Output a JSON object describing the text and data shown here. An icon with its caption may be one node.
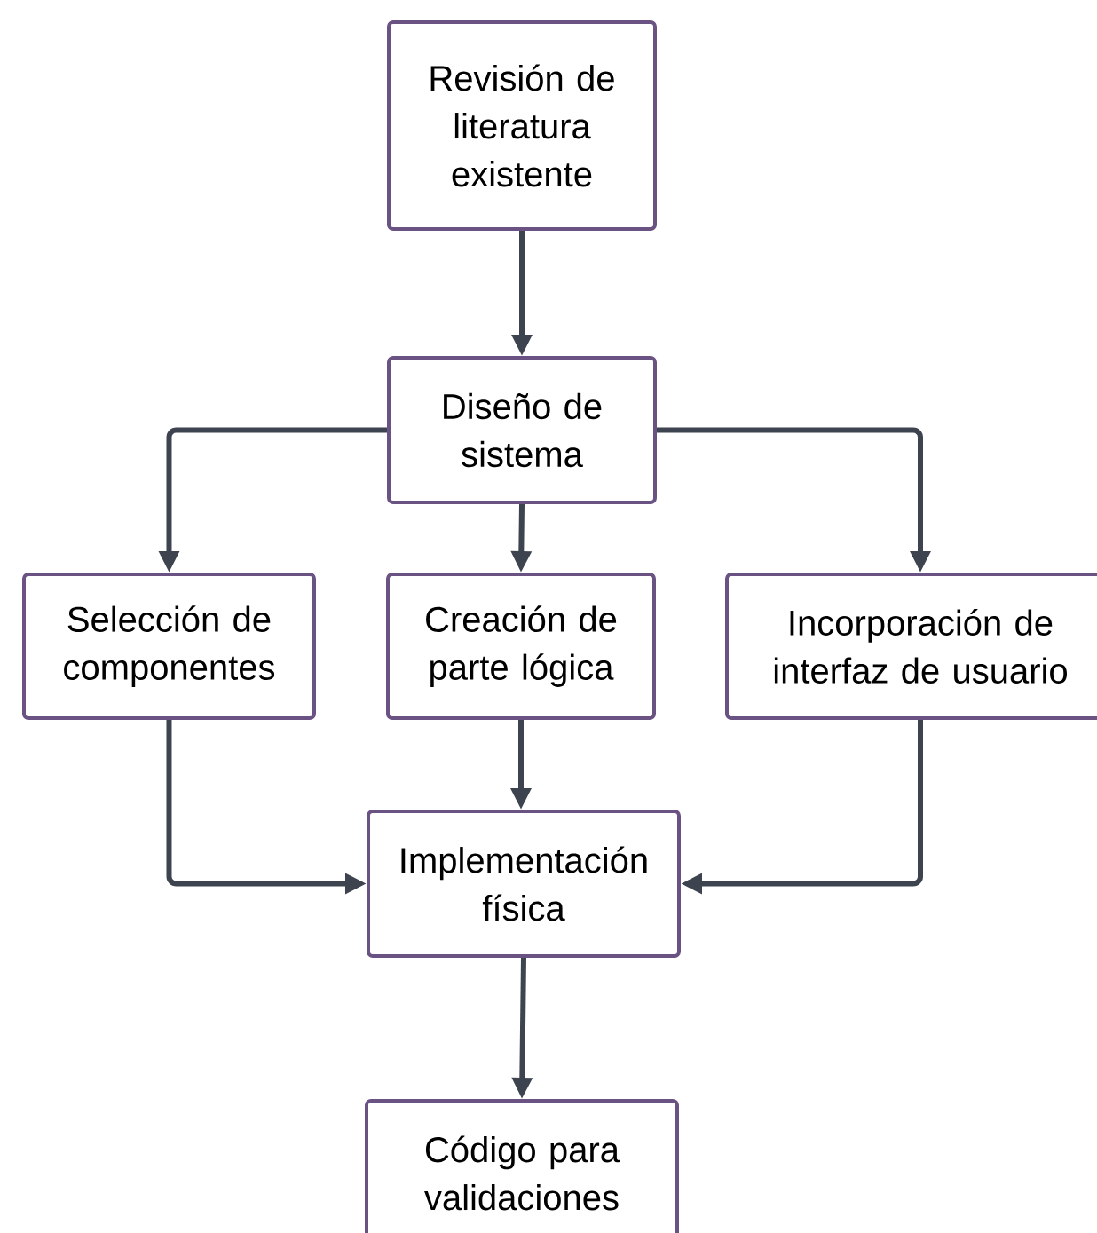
{
  "diagram": {
    "nodes": [
      {
        "text": [
          "Revisión de literatura existente"
        ]
      },
      {
        "text": [
          "Diseño de sistema"
        ]
      },
      {
        "text": [
          "Selección de componentes"
        ]
      },
      {
        "text": [
          "Creación de parte lógica"
        ]
      },
      {
        "text": [
          "Incorporación de interfaz de usuario"
        ]
      },
      {
        "text": [
          "Implementación física"
        ]
      },
      {
        "text": [
          "Código para validaciones"
        ]
      }
    ],
    "edges": [
      {
        "from": 0,
        "to": 1,
        "arrow": "to"
      },
      {
        "from": 1,
        "to": 2,
        "arrow": "to"
      },
      {
        "from": 1,
        "to": 3,
        "arrow": "to"
      },
      {
        "from": 1,
        "to": 4,
        "arrow": "to"
      },
      {
        "from": 2,
        "to": 5,
        "arrow": "to"
      },
      {
        "from": 3,
        "to": 5,
        "arrow": "to"
      },
      {
        "from": 4,
        "to": 5,
        "arrow": "to"
      },
      {
        "from": 5,
        "to": 6,
        "arrow": "to"
      }
    ]
  }
}
